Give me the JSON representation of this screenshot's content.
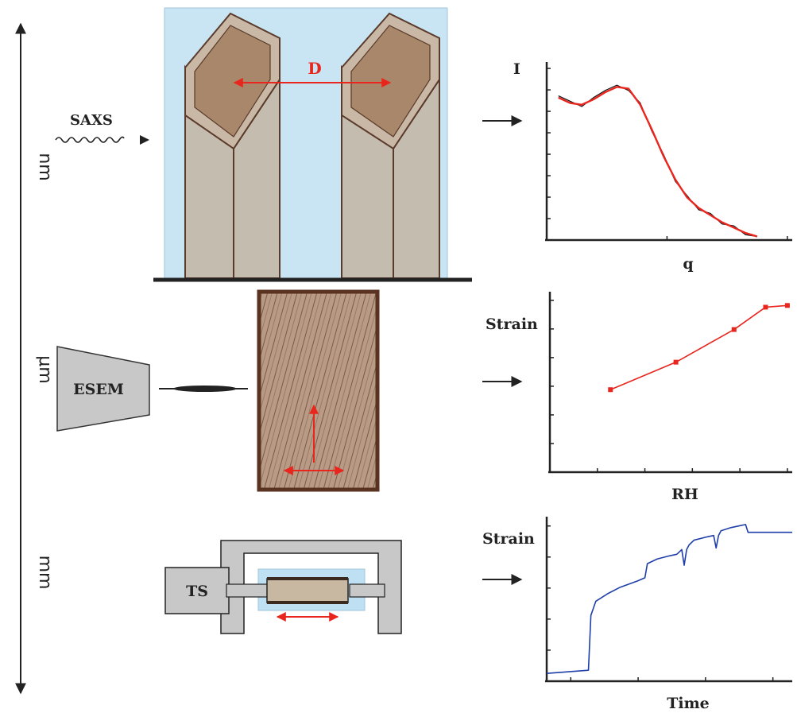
{
  "scale_axis": {
    "labels": [
      "nm",
      "μm",
      "mm"
    ],
    "colors": {
      "axis": "#222222"
    }
  },
  "row_nm": {
    "technique": "SAXS",
    "distance_label": "D",
    "colors": {
      "background": "#c9e4f2",
      "core": "#a8876a",
      "shell": "#c9b8a6",
      "column": "#c4bcaf",
      "outline": "#5a3a2a",
      "arrow": "#e8261e"
    }
  },
  "row_um": {
    "technique": "ESEM",
    "colors": {
      "block": "#b89a85",
      "frame": "#5a3220",
      "hatch": "#7a5a48",
      "arrow": "#e8261e",
      "detector": "#c8c8c8"
    }
  },
  "row_mm": {
    "technique": "TS",
    "colors": {
      "frame": "#c8c8c8",
      "sample": "#c8b8a2",
      "chamber": "#bfe0f2",
      "arrow": "#e8261e"
    }
  },
  "chart_data": [
    {
      "type": "line",
      "ylabel": "I",
      "xlabel": "q",
      "x": [
        0.0,
        0.05,
        0.1,
        0.15,
        0.2,
        0.25,
        0.3,
        0.35,
        0.4,
        0.45,
        0.5,
        0.55,
        0.6,
        0.65,
        0.7,
        0.75,
        0.8,
        0.85
      ],
      "series": [
        {
          "values": [
            0.8,
            0.77,
            0.76,
            0.79,
            0.83,
            0.86,
            0.85,
            0.76,
            0.62,
            0.47,
            0.34,
            0.24,
            0.18,
            0.14,
            0.1,
            0.07,
            0.04,
            0.02
          ],
          "color": "#e8261e"
        },
        {
          "values": [
            0.81,
            0.78,
            0.75,
            0.8,
            0.84,
            0.87,
            0.84,
            0.77,
            0.61,
            0.48,
            0.33,
            0.25,
            0.17,
            0.15,
            0.09,
            0.08,
            0.03,
            0.02
          ],
          "color": "#111111"
        }
      ],
      "xlim": [
        -0.05,
        1.0
      ],
      "ylim": [
        0,
        1
      ]
    },
    {
      "type": "line",
      "ylabel": "Strain",
      "xlabel": "RH",
      "x": [
        0.25,
        0.52,
        0.76,
        0.89,
        0.98
      ],
      "series": [
        {
          "values": [
            0.48,
            0.64,
            0.83,
            0.96,
            0.97
          ],
          "color": "#e8261e"
        }
      ],
      "xlim": [
        0,
        1
      ],
      "ylim": [
        0,
        1.05
      ]
    },
    {
      "type": "line",
      "ylabel": "Strain",
      "xlabel": "Time",
      "x": [
        0.0,
        0.17,
        0.18,
        0.2,
        0.25,
        0.3,
        0.37,
        0.4,
        0.41,
        0.45,
        0.5,
        0.53,
        0.55,
        0.56,
        0.57,
        0.58,
        0.6,
        0.65,
        0.68,
        0.69,
        0.7,
        0.71,
        0.75,
        0.78,
        0.81,
        0.82,
        0.86,
        0.88,
        1.0
      ],
      "series": [
        {
          "values": [
            0.05,
            0.07,
            0.42,
            0.51,
            0.56,
            0.6,
            0.64,
            0.66,
            0.75,
            0.78,
            0.8,
            0.81,
            0.84,
            0.74,
            0.84,
            0.87,
            0.9,
            0.92,
            0.93,
            0.85,
            0.93,
            0.96,
            0.98,
            0.99,
            1.0,
            0.95,
            0.95,
            0.95,
            0.95
          ],
          "color": "#1f3fa8"
        }
      ],
      "xlim": [
        0,
        1
      ],
      "ylim": [
        0,
        1.05
      ]
    }
  ]
}
